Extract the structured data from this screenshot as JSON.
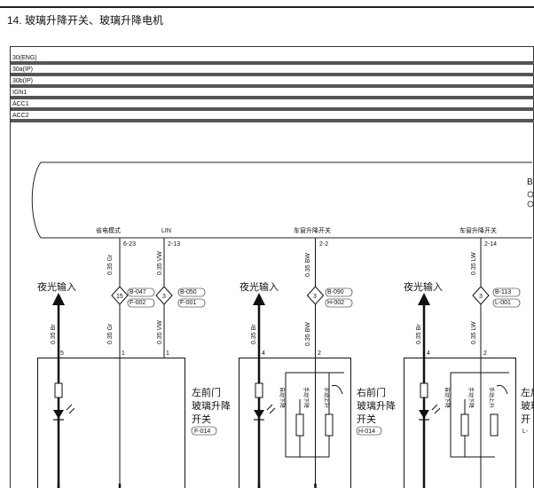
{
  "heading": "14. 玻璃升降开关、玻璃升降电机",
  "bus_lines": [
    "30(ENG)",
    "30a(IP)",
    "30b(IP)",
    "IGN1",
    "ACC1",
    "ACC2"
  ],
  "module": {
    "partial_label": "B",
    "signals": [
      {
        "label": "省电模式",
        "pin": "6-23"
      },
      {
        "label": "LIN",
        "pin": "2-13"
      },
      {
        "label": "车窗升降开关",
        "pin": "2-2"
      },
      {
        "label": "车窗升降开关",
        "pin": "2-14"
      }
    ]
  },
  "wires": {
    "w1_top": "0.35 Gr",
    "w1_bottom": "0.35 Gr",
    "w2_top": "0.35 VW",
    "w2_bottom": "0.35 VW",
    "w3_top": "0.35 BW",
    "w3_bottom": "0.35 BW",
    "w4_top": "0.35 LW",
    "w4_bottom": "0.35 LW",
    "br1": "0.35 Br",
    "br2": "0.35 Br",
    "br3": "0.35 Br"
  },
  "splices": [
    {
      "num": "15",
      "ref_top": "B-047",
      "ref_bottom": "F-002"
    },
    {
      "num": "3",
      "ref_top": "B-050",
      "ref_bottom": "F-001"
    },
    {
      "num": "3",
      "ref_top": "B-090",
      "ref_bottom": "H-002"
    },
    {
      "num": "3",
      "ref_top": "B-113",
      "ref_bottom": "L-001"
    }
  ],
  "night_light": "夜光输入",
  "switches": [
    {
      "name_lines": [
        "左前门",
        "玻璃升降",
        "开关"
      ],
      "code": "F-014",
      "pins": [
        "5",
        "1",
        "1"
      ]
    },
    {
      "name_lines": [
        "右前门",
        "玻璃升降",
        "开关"
      ],
      "code": "H-014",
      "pins": [
        "4",
        "2"
      ]
    },
    {
      "name_lines": [
        "左后",
        "玻璃",
        "开"
      ],
      "code": "L-",
      "pins": [
        "4",
        "2"
      ]
    }
  ],
  "contact_labels": [
    "自动下降",
    "手动下降",
    "手动上升"
  ],
  "colors": {
    "line": "#111111",
    "bus": "#555555"
  }
}
